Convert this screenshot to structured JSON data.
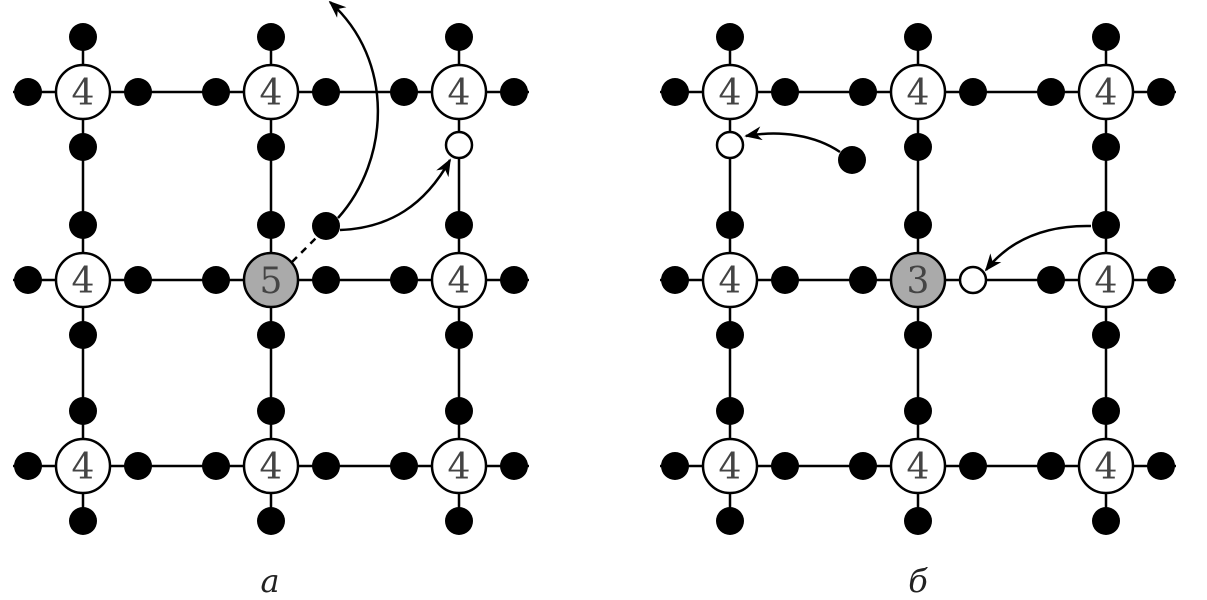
{
  "panels": [
    {
      "caption": "а",
      "nodes": [
        [
          "4",
          "4",
          "4"
        ],
        [
          "4",
          "5",
          "4"
        ],
        [
          "4",
          "4",
          "4"
        ]
      ],
      "highlight": [
        1,
        1
      ],
      "highlight_color": "#aaaaaa"
    },
    {
      "caption": "б",
      "nodes": [
        [
          "4",
          "4",
          "4"
        ],
        [
          "4",
          "3",
          "4"
        ],
        [
          "4",
          "4",
          "4"
        ]
      ],
      "highlight": [
        1,
        1
      ],
      "highlight_color": "#aaaaaa"
    }
  ]
}
